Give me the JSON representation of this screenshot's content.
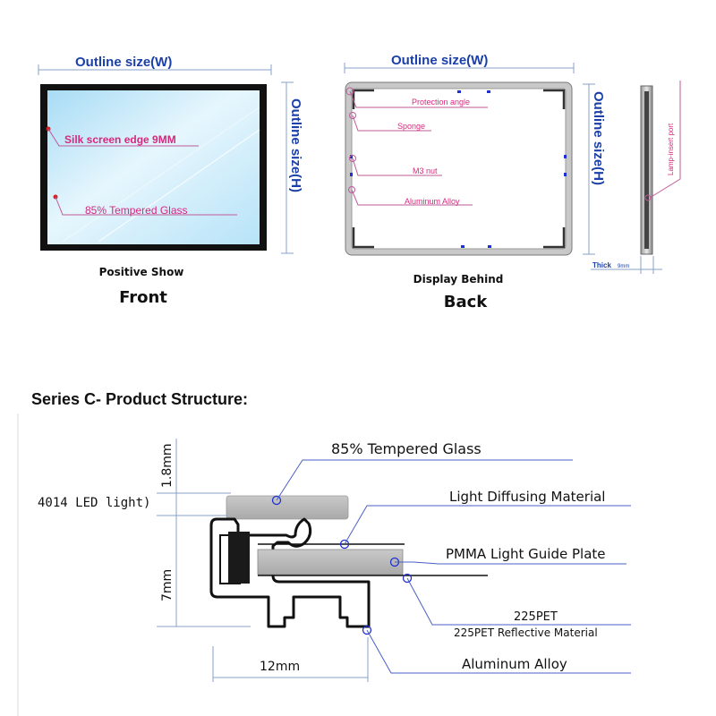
{
  "front": {
    "outline_w": "Outline  size(W)",
    "outline_h": "Outline  size(H)",
    "silk_label": "Silk screen edge 9MM",
    "glass_label": "85%  Tempered Glass",
    "caption_small": "Positive Show",
    "caption_big": "Front"
  },
  "back": {
    "outline_w": "Outline  size(W)",
    "outline_h": "Outline  size(H)",
    "protection_label": "Protection angle",
    "sponge_label": "Sponge",
    "nut_label": "M3 nut",
    "alloy_label": "Aluminum Alloy",
    "caption_small": "Display Behind",
    "caption_big": "Back"
  },
  "side": {
    "lamp_port_label": "Lamp-insert port",
    "thick_label": "Thick",
    "thick_value": "9mm"
  },
  "structure": {
    "title": "Series C- Product Structure:",
    "dim_top": "1.8mm",
    "dim_mid": "7mm",
    "dim_bottom": "12mm",
    "led_label": "4014 LED light)",
    "glass_label": "85%  Tempered Glass",
    "diffuse_label": "Light Diffusing Material",
    "pmma_label": "PMMA Light Guide Plate",
    "pet_label": "225PET",
    "pet_sub_label": "225PET Reflective Material",
    "alloy_label": "Aluminum Alloy"
  },
  "colors": {
    "heading_blue": "#1a3fa8",
    "pink_label": "#d6287e",
    "glass_light": "#d9f0fb",
    "glass_deep": "#9fd8f3",
    "frame_grey": "#b8b8b8",
    "marker_blue": "#2030d0"
  }
}
